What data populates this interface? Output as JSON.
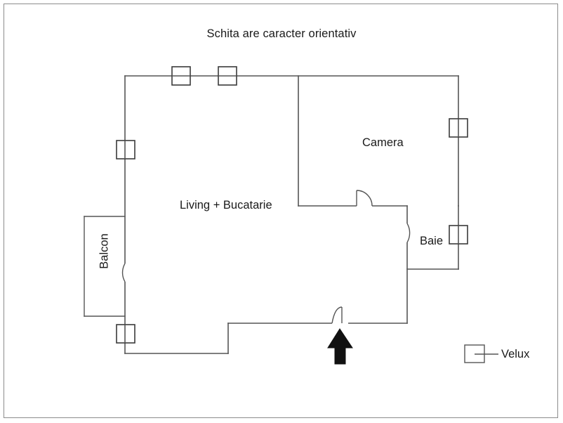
{
  "document": {
    "title": "Schita are caracter orientativ",
    "type": "floor-plan",
    "language": "ro"
  },
  "rooms": [
    {
      "id": "living",
      "label": "Living + Bucatarie"
    },
    {
      "id": "camera",
      "label": "Camera"
    },
    {
      "id": "baie",
      "label": "Baie"
    },
    {
      "id": "balcon",
      "label": "Balcon",
      "rotated": true
    }
  ],
  "legend": {
    "symbol": "window-square-icon",
    "label": "Velux"
  },
  "colors": {
    "frame_border": "#8c8c8c",
    "wall": "#555555",
    "window": "#3a3a3a",
    "door": "#555555",
    "text": "#1a1a1a",
    "arrow": "#111111",
    "background": "#ffffff"
  },
  "annotations": {
    "entrance_arrow": "entrance-arrow-icon"
  },
  "geometry": {
    "windows": [
      {
        "name": "window-top-left",
        "wall": "top"
      },
      {
        "name": "window-top-right",
        "wall": "top"
      },
      {
        "name": "window-left-upper",
        "wall": "left"
      },
      {
        "name": "window-right-camera",
        "wall": "right"
      },
      {
        "name": "window-right-baie",
        "wall": "right"
      },
      {
        "name": "window-left-lower",
        "wall": "left"
      }
    ],
    "doors": [
      {
        "name": "door-camera",
        "room": "camera"
      },
      {
        "name": "door-baie",
        "room": "baie"
      },
      {
        "name": "door-balcon",
        "room": "balcon"
      },
      {
        "name": "door-entrance",
        "room": "living"
      }
    ]
  }
}
